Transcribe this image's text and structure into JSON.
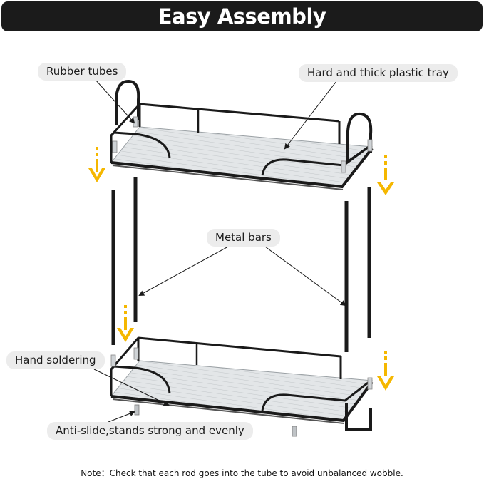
{
  "header": {
    "title": "Easy Assembly"
  },
  "callouts": {
    "rubber_tubes": "Rubber tubes",
    "plastic_tray": "Hard and thick plastic tray",
    "metal_bars": "Metal bars",
    "hand_soldering": "Hand soldering",
    "anti_slide": "Anti-slide,stands strong and evenly"
  },
  "footer": {
    "note": "Note：Check that each rod goes into the tube to avoid unbalanced wobble."
  },
  "colors": {
    "banner": "#1b1b1b",
    "callout_bg": "#ececec",
    "arrow_yellow": "#f5b700",
    "frame": "#1a1a1a",
    "tray": "#d9dcde"
  },
  "icons": [
    "down-arrow-icon"
  ]
}
